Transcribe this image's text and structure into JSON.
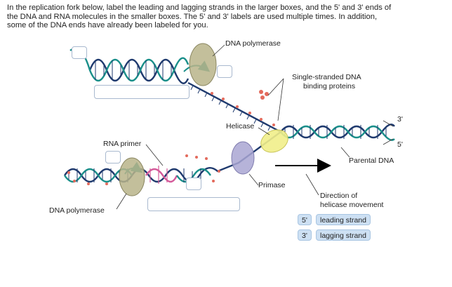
{
  "instructions": [
    "In the replication fork below, label the leading and lagging strands in the larger boxes, and the 5' and 3' ends of",
    "the DNA and RNA molecules in the smaller boxes. The 5' and 3' labels are used multiple times. In addition,",
    "some of the DNA ends have already been labeled for you."
  ],
  "labels": {
    "dna_polymerase_top": "DNA polymerase",
    "ssb_line1": "Single-stranded DNA",
    "ssb_line2": "binding proteins",
    "helicase": "Helicase",
    "rna_primer": "RNA primer",
    "end_3": "3'",
    "end_5": "5'",
    "parental_dna": "Parental DNA",
    "primase": "Primase",
    "direction_line1": "Direction of",
    "direction_line2": "helicase movement",
    "dna_polymerase_bottom": "DNA polymerase"
  },
  "answer_bank": {
    "chip_5": "5'",
    "chip_3": "3'",
    "chip_leading": "leading strand",
    "chip_lagging": "lagging strand"
  },
  "colors": {
    "teal_strand": "#1a8f8a",
    "navy_strand": "#1f3a6e",
    "pink_primer": "#d45a9a",
    "polymerase": "#b9b48a",
    "helicase": "#f1ee8a",
    "primase": "#a9a6d2",
    "ssb": "#e36a5c",
    "box_border": "#a9b9cf",
    "chip_bg": "#cde0f3"
  }
}
